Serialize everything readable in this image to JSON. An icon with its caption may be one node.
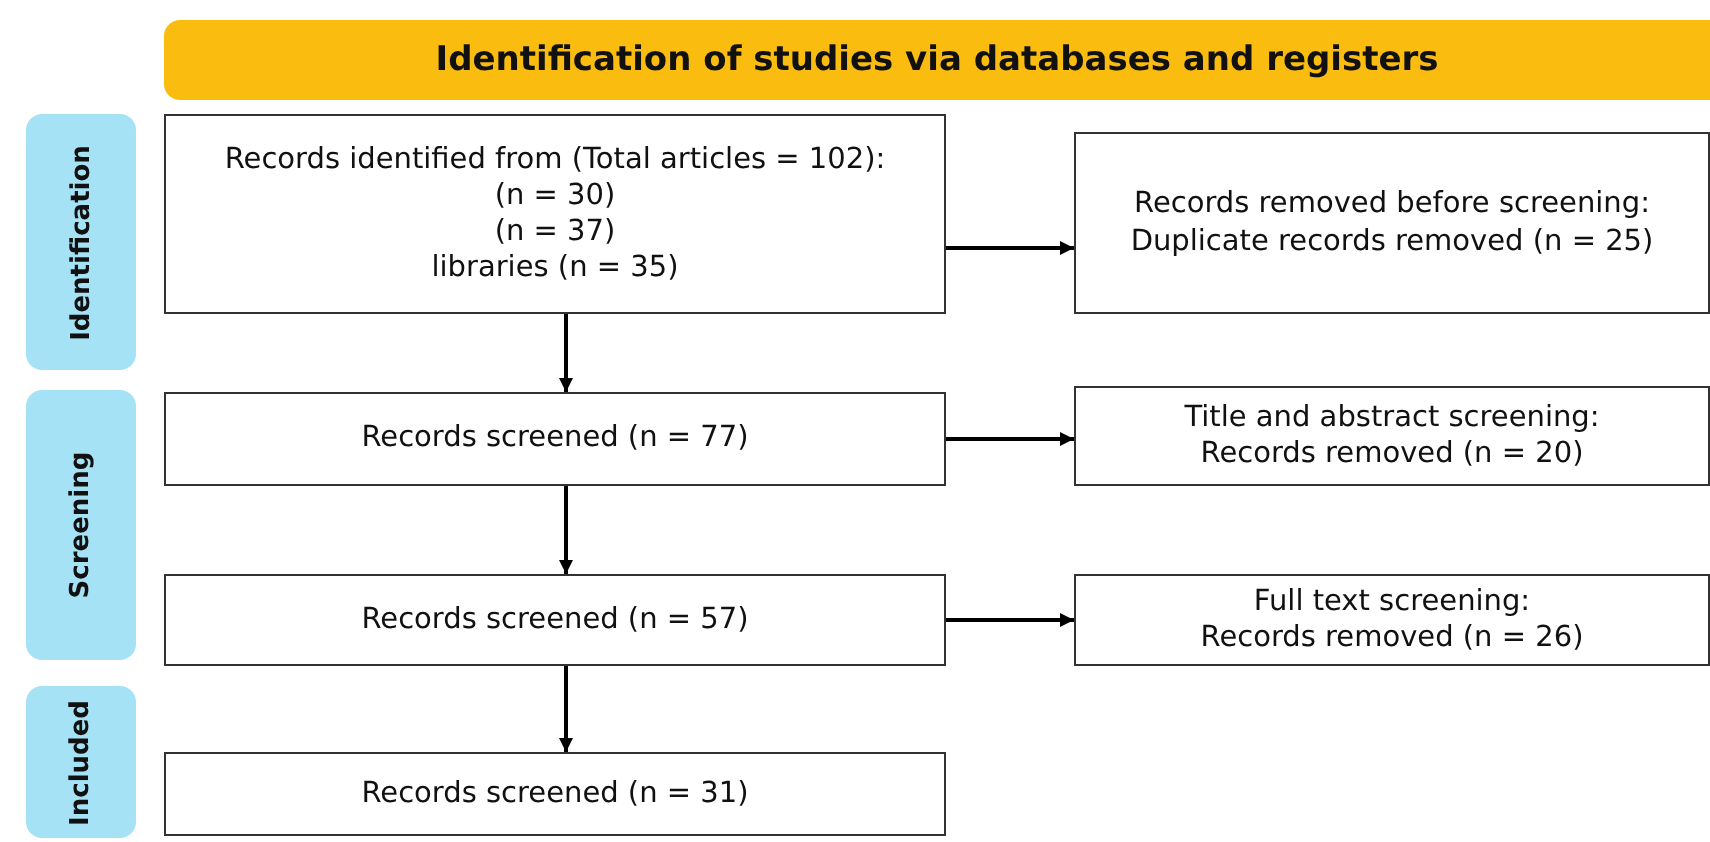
{
  "diagram": {
    "nodes": [
      {
        "text": [
          "Identification of studies via databases and registers"
        ]
      },
      {
        "text": [
          "Identification"
        ]
      },
      {
        "text": [
          "Screening"
        ]
      },
      {
        "text": [
          "Included"
        ]
      },
      {
        "text": [
          "Records identified from (Total articles = 102):",
          "(n = 30)",
          "(n = 37)",
          "libraries (n = 35)"
        ]
      },
      {
        "text": [
          "Records removed before screening:",
          "Duplicate records removed (n = 25)"
        ]
      },
      {
        "text": [
          "Records screened (n = 77)"
        ]
      },
      {
        "text": [
          "Title and abstract screening:",
          "Records removed (n = 20)"
        ]
      },
      {
        "text": [
          "Records screened (n = 57)"
        ]
      },
      {
        "text": [
          "Full text screening:",
          "Records removed (n = 26)"
        ]
      },
      {
        "text": [
          "Records screened (n = 31)"
        ]
      }
    ],
    "edges": [
      {
        "from": 4,
        "to": 5,
        "arrow": "to"
      },
      {
        "from": 4,
        "to": 6,
        "arrow": "to"
      },
      {
        "from": 6,
        "to": 7,
        "arrow": "to"
      },
      {
        "from": 6,
        "to": 8,
        "arrow": "to"
      },
      {
        "from": 8,
        "to": 9,
        "arrow": "to"
      },
      {
        "from": 8,
        "to": 10,
        "arrow": "to"
      }
    ]
  }
}
